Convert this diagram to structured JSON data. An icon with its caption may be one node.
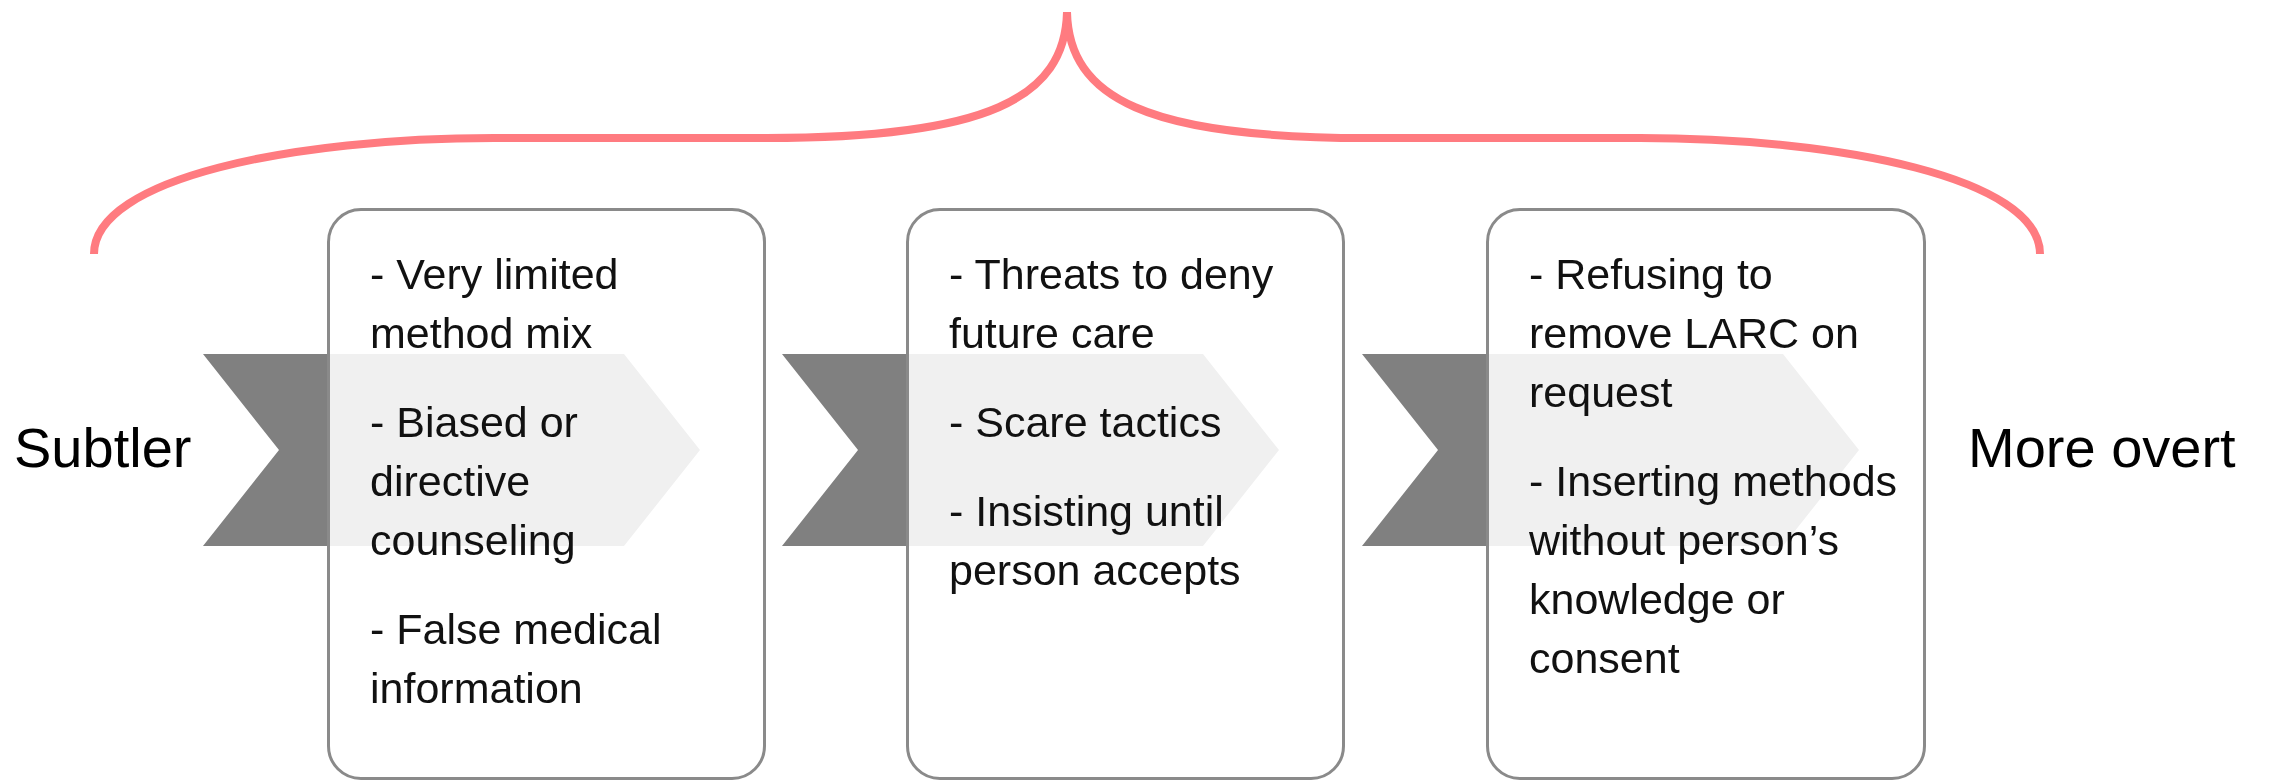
{
  "diagram": {
    "nodes": [
      {
        "text": [
          "Subtler"
        ]
      },
      {
        "text": [
          "- Very limited method mix",
          "- Biased or directive counseling",
          "- False medical information"
        ]
      },
      {
        "text": [
          "- Threats to deny future care",
          "- Scare tactics",
          "- Insisting until person accepts"
        ]
      },
      {
        "text": [
          "- Refusing to remove LARC on request",
          "- Inserting methods without person’s knowledge or consent"
        ]
      },
      {
        "text": [
          "More overt"
        ]
      }
    ]
  }
}
